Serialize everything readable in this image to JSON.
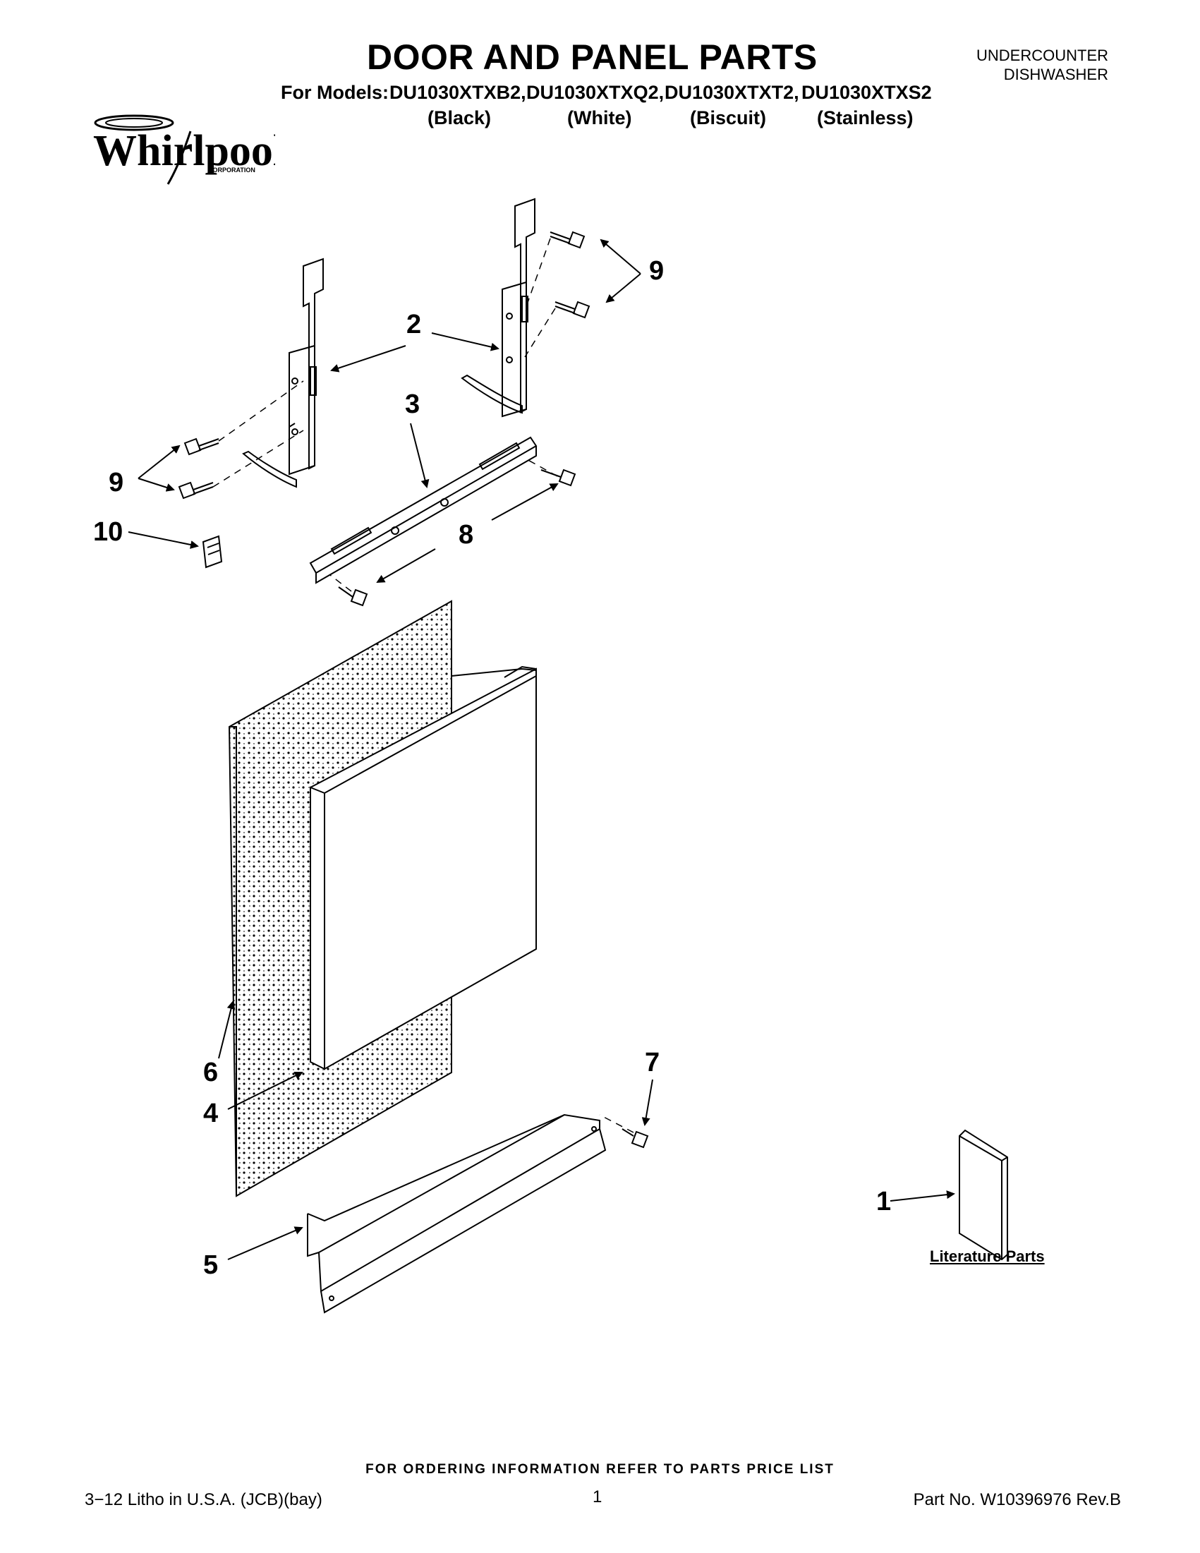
{
  "header": {
    "title": "DOOR AND PANEL PARTS",
    "product_type_line1": "UNDERCOUNTER",
    "product_type_line2": "DISHWASHER",
    "models_prefix": "For Models:",
    "models": [
      "DU1030XTXB2,",
      "DU1030XTXQ2,",
      "DU1030XTXT2,",
      "DU1030XTXS2"
    ],
    "colors": [
      "(Black)",
      "(White)",
      "(Biscuit)",
      "(Stainless)"
    ],
    "brand_name": "Whirlpool",
    "brand_sub": "CORPORATION"
  },
  "diagram": {
    "callouts": [
      "1",
      "2",
      "3",
      "4",
      "5",
      "6",
      "7",
      "8",
      "9",
      "9",
      "10"
    ],
    "literature_label": "Literature Parts"
  },
  "footer": {
    "ordering_note": "FOR ORDERING INFORMATION REFER TO PARTS PRICE LIST",
    "litho": "3−12 Litho in U.S.A. (JCB)(bay)",
    "page_number": "1",
    "part_number": "Part No. W10396976 Rev.B"
  }
}
